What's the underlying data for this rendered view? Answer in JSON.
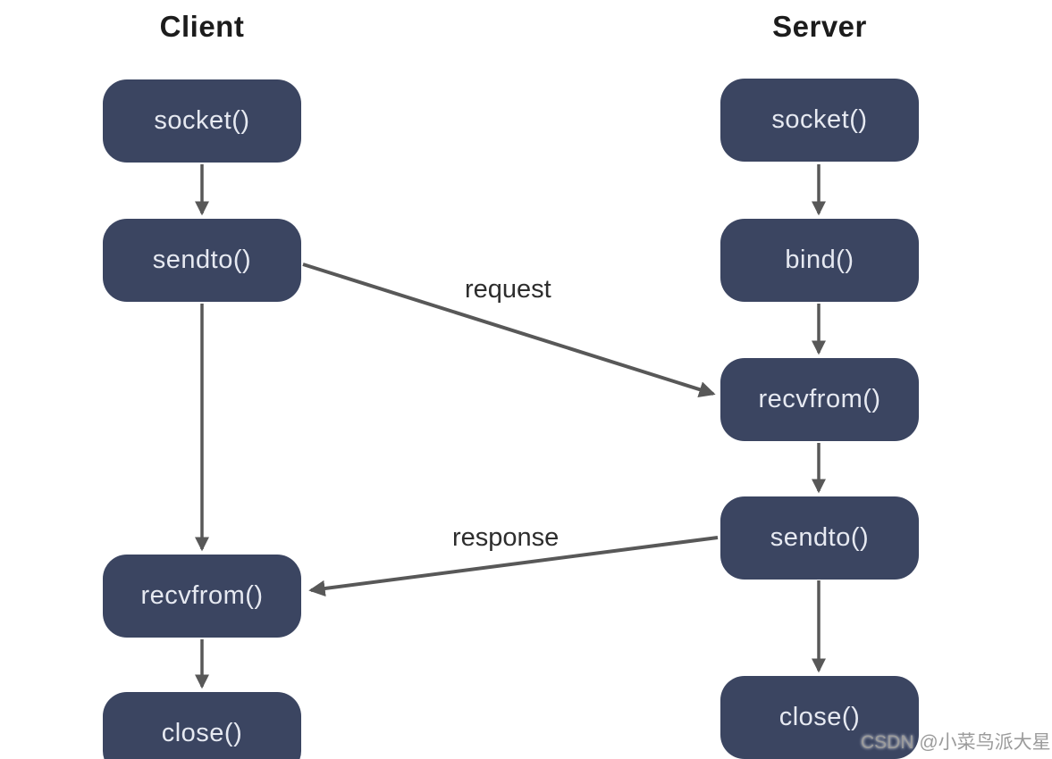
{
  "diagram": {
    "type": "udp-socket-communication-flow",
    "columns": {
      "client": {
        "title": "Client",
        "steps": [
          "socket()",
          "sendto()",
          "recvfrom()",
          "close()"
        ]
      },
      "server": {
        "title": "Server",
        "steps": [
          "socket()",
          "bind()",
          "recvfrom()",
          "sendto()",
          "close()"
        ]
      }
    },
    "edges": {
      "request_label": "request",
      "response_label": "response",
      "request_from": "client sendto()",
      "request_to": "server recvfrom()",
      "response_from": "server sendto()",
      "response_to": "client recvfrom()"
    },
    "colors": {
      "node_fill": "#3b4561",
      "node_text": "#e6e9f1",
      "arrow": "#585858",
      "title": "#1c1c1c",
      "edge_label": "#2d2d2d",
      "watermark": "#9b9b9b",
      "background": "#ffffff"
    }
  },
  "watermark": {
    "text": "CSDN @小菜鸟派大星"
  }
}
